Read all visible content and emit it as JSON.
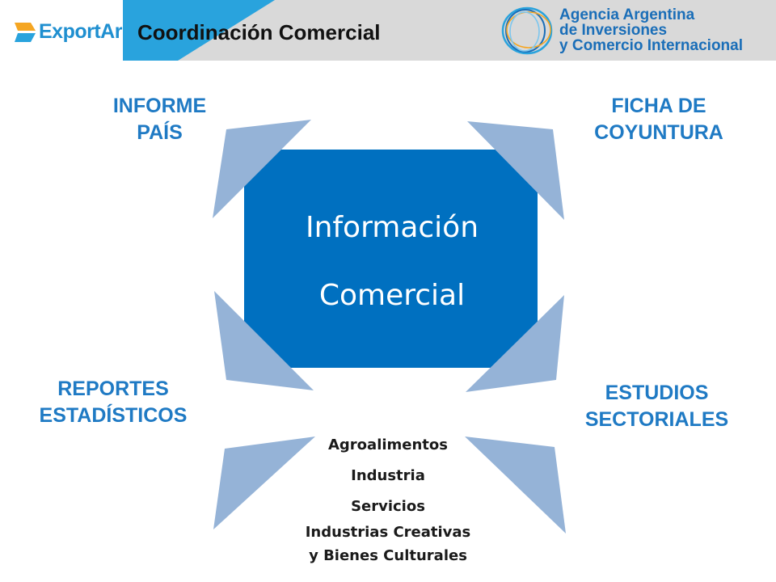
{
  "header": {
    "brand": "ExportAr",
    "title": "Coordinación Comercial",
    "agency_lines": [
      "Agencia Argentina",
      "de Inversiones",
      "y Comercio Internacional"
    ]
  },
  "colors": {
    "header_bg": "#d9d9d9",
    "header_wedge": "#29a3dd",
    "center_box": "#0070c0",
    "arrow": "#95b3d7",
    "label_blue": "#1f7ac4"
  },
  "diagram": {
    "center_lines": [
      "Información",
      "Comercial"
    ],
    "labels": {
      "top_left": [
        "INFORME",
        "PAÍS"
      ],
      "top_right": [
        "FICHA DE",
        "COYUNTURA"
      ],
      "bottom_left": [
        "REPORTES",
        "ESTADÍSTICOS"
      ],
      "bottom_right": [
        "ESTUDIOS",
        "SECTORIALES"
      ]
    },
    "sectors": [
      "Agroalimentos",
      "Industria",
      "Servicios",
      "Industrias Creativas",
      "y Bienes Culturales"
    ]
  }
}
